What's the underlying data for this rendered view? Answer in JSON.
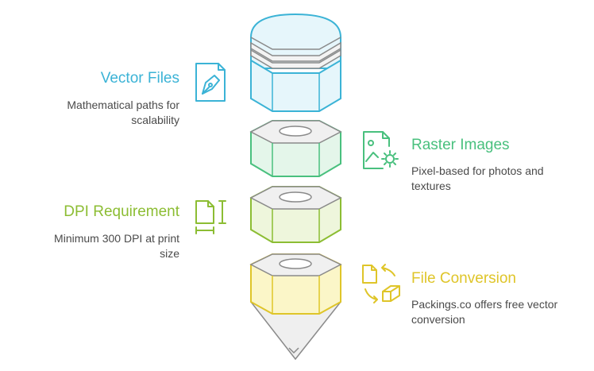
{
  "items": [
    {
      "title": "Vector Files",
      "description": "Mathematical paths for scalability",
      "color": "#3bb3d6",
      "fill": "#e6f6fb",
      "icon": "vector-pen-icon"
    },
    {
      "title": "Raster Images",
      "description": "Pixel-based for photos and textures",
      "color": "#49c07e",
      "fill": "#e4f6ea",
      "icon": "image-settings-icon"
    },
    {
      "title": "DPI Requirement",
      "description": "Minimum 300 DPI at print size",
      "color": "#8cbd33",
      "fill": "#eef6dc",
      "icon": "document-dimensions-icon"
    },
    {
      "title": "File Conversion",
      "description": "Packings.co offers free vector conversion",
      "color": "#dfc529",
      "fill": "#fbf6c8",
      "icon": "file-convert-icon"
    }
  ],
  "colors": {
    "gray_stroke": "#8a8a8a",
    "gray_fill": "#efefef"
  }
}
